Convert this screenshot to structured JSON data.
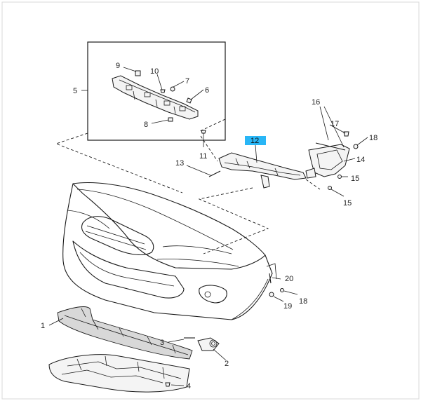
{
  "diagram": {
    "highlight_color": "#29b6f6",
    "callouts": [
      {
        "id": "c1",
        "text": "1"
      },
      {
        "id": "c2",
        "text": "2"
      },
      {
        "id": "c3",
        "text": "3"
      },
      {
        "id": "c4",
        "text": "4"
      },
      {
        "id": "c5",
        "text": "5"
      },
      {
        "id": "c6",
        "text": "6"
      },
      {
        "id": "c7",
        "text": "7"
      },
      {
        "id": "c8",
        "text": "8"
      },
      {
        "id": "c9",
        "text": "9"
      },
      {
        "id": "c10",
        "text": "10"
      },
      {
        "id": "c11",
        "text": "11"
      },
      {
        "id": "c12",
        "text": "12"
      },
      {
        "id": "c13",
        "text": "13"
      },
      {
        "id": "c14",
        "text": "14"
      },
      {
        "id": "c15a",
        "text": "15"
      },
      {
        "id": "c15b",
        "text": "15"
      },
      {
        "id": "c16",
        "text": "16"
      },
      {
        "id": "c17",
        "text": "17"
      },
      {
        "id": "c18a",
        "text": "18"
      },
      {
        "id": "c18b",
        "text": "18"
      },
      {
        "id": "c19",
        "text": "19"
      },
      {
        "id": "c20",
        "text": "20"
      }
    ]
  }
}
